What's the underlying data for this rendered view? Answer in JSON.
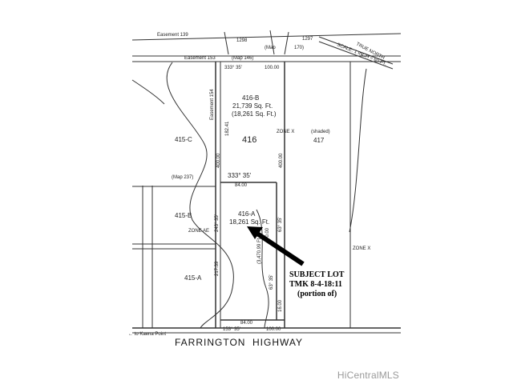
{
  "map": {
    "top_labels": {
      "easement_139": "Easement 139",
      "lot_1298": "1298",
      "map_label": "(Map",
      "lot_170": "170)",
      "lot_1297": "1297",
      "easement_153": "Easement 153",
      "map_146": "(Map 146)",
      "north": "TRUE NORTH",
      "scale": "SCALE: 1 INCH = 60 FT."
    },
    "lots": {
      "lot_416b": {
        "name": "416-B",
        "area1": "21,739 Sq. Ft.",
        "area2": "(18,261 Sq. Ft.)"
      },
      "lot_416c": "415-C",
      "lot_416": "416",
      "lot_417": "417",
      "lot_415b": "415-B",
      "lot_415a": "415-A",
      "lot_416a": {
        "name": "416-A",
        "area": "18,261 Sq. Ft."
      }
    },
    "zones": {
      "zone_x_top": "ZONE X",
      "zone_shaded": "(shaded)",
      "zone_ae": "ZONE AE",
      "zone_x_right": "ZONE X"
    },
    "dimensions": {
      "top_bearing": "333° 35'",
      "top_len": "100.00",
      "easement_154": "Easement 154",
      "d182": "182.41",
      "d400_left": "400.00",
      "d400_right": "400.00",
      "mid_bearing": "333° 35'",
      "mid_len": "84.00",
      "map237": "(Map 237)",
      "b243": "243° 35'",
      "d217": "217.39",
      "b63_a": "63° 35'",
      "d3470": "(3,470.99 Ft.)",
      "d70": "70.00",
      "b63_b": "63° 35'",
      "d16": "16.00",
      "bottom_len": "84.00",
      "bottom_bearing": "153° 35'",
      "bottom_len2": "100.00",
      "to_kaena": "← to Kaena Point"
    },
    "subject": {
      "line1": "SUBJECT LOT",
      "line2": "TMK 8-4-18:11",
      "line3": "(portion of)"
    },
    "road": {
      "word1": "FARRINGTON",
      "word2": "HIGHWAY"
    }
  },
  "watermark": "HiCentralMLS"
}
